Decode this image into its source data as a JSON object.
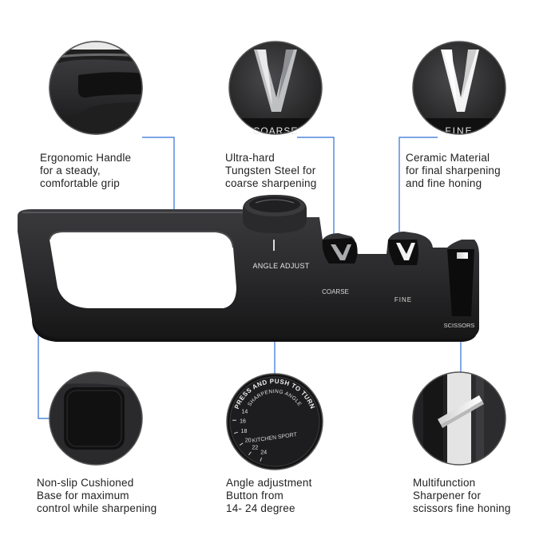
{
  "features": {
    "handle": {
      "lines": [
        "Ergonomic Handle",
        "for a steady,",
        "comfortable grip"
      ]
    },
    "coarse": {
      "lines": [
        "Ultra-hard",
        "Tungsten Steel for",
        "coarse sharpening"
      ],
      "badge": "COARSE"
    },
    "fine": {
      "lines": [
        "Ceramic Material",
        "for final sharpening",
        "and fine honing"
      ],
      "badge": "FINE"
    },
    "base": {
      "lines": [
        "Non-slip Cushioned",
        "Base for maximum",
        "control while sharpening"
      ]
    },
    "angle": {
      "lines": [
        "Angle adjustment",
        "Button from",
        "14- 24 degree"
      ]
    },
    "scissors": {
      "lines": [
        "Multifunction",
        "Sharpener for",
        "scissors fine honing"
      ]
    }
  },
  "device_labels": {
    "angle_adjust": "ANGLE ADJUST",
    "coarse": "COARSE",
    "fine": "FINE",
    "scissors": "SCISSORS"
  },
  "dial": {
    "top_text": "PRESS AND PUSH TO TURN",
    "sub_text": "SHARPENING ANGLE",
    "brand": "KITCHEN SPORT",
    "angles": [
      "14",
      "16",
      "18",
      "20",
      "22",
      "24"
    ]
  },
  "colors": {
    "accent_line": "#2f6fd6",
    "device_body": "#2b2b2d",
    "device_dark": "#151516"
  }
}
